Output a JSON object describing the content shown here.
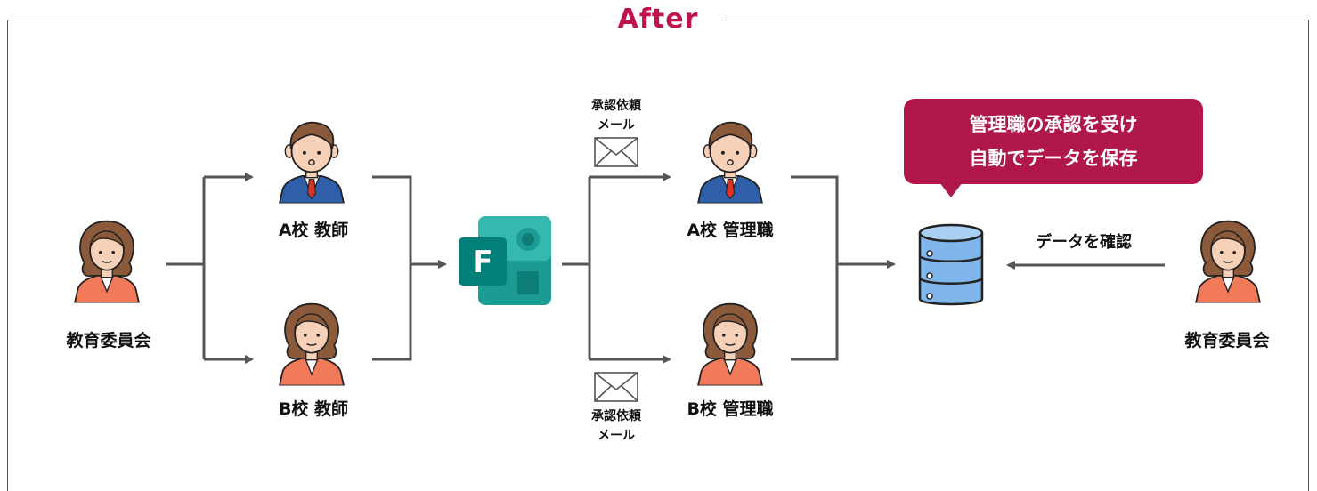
{
  "title": "After",
  "callout": {
    "line1": "管理職の承認を受け",
    "line2": "自動でデータを保存"
  },
  "nodes": {
    "board_left": "教育委員会",
    "teacher_a": "A校 教師",
    "teacher_b": "B校 教師",
    "manager_a": "A校 管理職",
    "manager_b": "B校 管理職",
    "board_right": "教育委員会"
  },
  "mail_top": {
    "line1": "承認依頼",
    "line2": "メール"
  },
  "mail_bottom": {
    "line1": "承認依頼",
    "line2": "メール"
  },
  "check_label": "データを確認",
  "forms_letter": "F",
  "colors": {
    "accent": "#c0134d",
    "callout": "#b0184a",
    "arrow": "#555555",
    "forms": "#037f7a"
  }
}
